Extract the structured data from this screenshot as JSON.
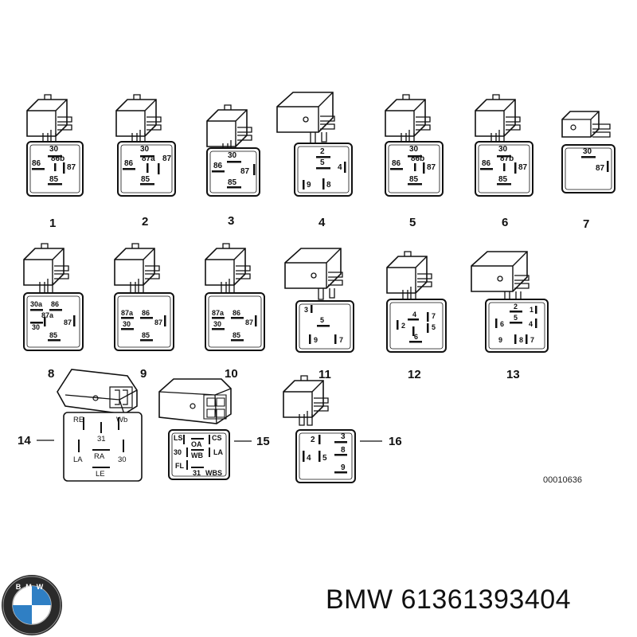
{
  "footer": {
    "brand": "BMW",
    "part_number": "61361393404",
    "logo_letters": "BMW"
  },
  "drawing_id": "00010636",
  "relays": [
    {
      "num": "1",
      "pins": [
        "30",
        "86b",
        "86",
        "87",
        "85"
      ]
    },
    {
      "num": "2",
      "pins": [
        "30",
        "87a",
        "86",
        "87",
        "85"
      ]
    },
    {
      "num": "3",
      "pins": [
        "30",
        "86",
        "87",
        "85"
      ]
    },
    {
      "num": "4",
      "pins": [
        "2",
        "5",
        "4",
        "9",
        "8"
      ]
    },
    {
      "num": "5",
      "pins": [
        "30",
        "86b",
        "86",
        "87",
        "85"
      ]
    },
    {
      "num": "6",
      "pins": [
        "30",
        "87b",
        "86",
        "87",
        "85"
      ]
    },
    {
      "num": "7",
      "pins": [
        "30",
        "87"
      ]
    },
    {
      "num": "8",
      "pins": [
        "30a",
        "86",
        "87a",
        "30",
        "87",
        "85"
      ]
    },
    {
      "num": "9",
      "pins": [
        "87a",
        "86",
        "30",
        "87",
        "85"
      ]
    },
    {
      "num": "10",
      "pins": [
        "87a",
        "86",
        "30",
        "87",
        "85"
      ]
    },
    {
      "num": "11",
      "pins": [
        "3",
        "5",
        "9",
        "7"
      ]
    },
    {
      "num": "12",
      "pins": [
        "4",
        "7",
        "2",
        "5",
        "6"
      ]
    },
    {
      "num": "13",
      "pins": [
        "2",
        "1",
        "5",
        "6",
        "4",
        "9",
        "8",
        "7"
      ]
    },
    {
      "num": "14",
      "pins": [
        "RE",
        "Wb",
        "31",
        "LA",
        "RA",
        "30",
        "LE"
      ]
    },
    {
      "num": "15",
      "pins": [
        "LS",
        "CS",
        "OA",
        "30",
        "WB",
        "LA",
        "FL",
        "31",
        "WBS"
      ]
    },
    {
      "num": "16",
      "pins": [
        "2",
        "3",
        "8",
        "4",
        "5",
        "9"
      ]
    }
  ]
}
